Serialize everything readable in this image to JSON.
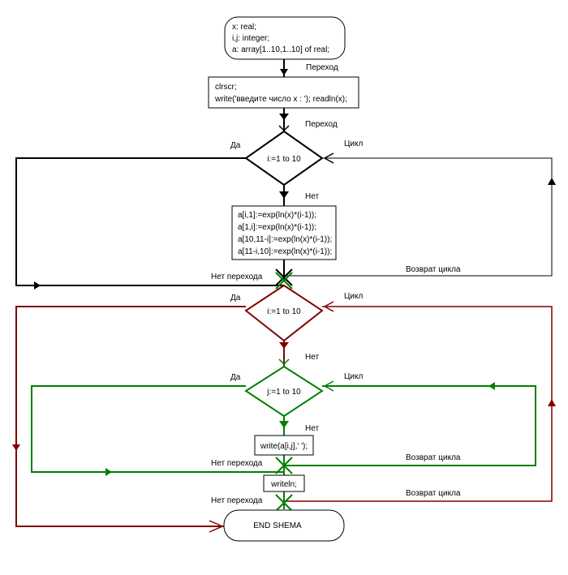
{
  "start_block": {
    "lines": [
      "x: real;",
      "i,j: integer;",
      "a: array[1..10,1..10] of real;"
    ]
  },
  "init_block": {
    "lines": [
      "clrscr;",
      "write('введите число x : '); readln(x);"
    ]
  },
  "loop1": {
    "condition": "i:=1 to 10",
    "body_lines": [
      "a[i,1]:=exp(ln(x)*(i-1));",
      "a[1,i]:=exp(ln(x)*(i-1));",
      "a[10,11-i]:=exp(ln(x)*(i-1));",
      "a[11-i,10]:=exp(ln(x)*(i-1));"
    ]
  },
  "loop2": {
    "condition": "i:=1 to 10"
  },
  "loop3": {
    "condition": "j:=1 to 10",
    "body": "write(a[i,j],' ');"
  },
  "writeln_block": {
    "text": "writeln;"
  },
  "end_block": {
    "text": "END SHEMA"
  },
  "labels": {
    "transition": "Переход",
    "yes": "Да",
    "no": "Нет",
    "cycle": "Цикл",
    "no_transition": "Нет перехода",
    "cycle_return": "Возврат цикла"
  },
  "colors": {
    "black": "#000000",
    "red": "#800000",
    "green": "#008000"
  }
}
